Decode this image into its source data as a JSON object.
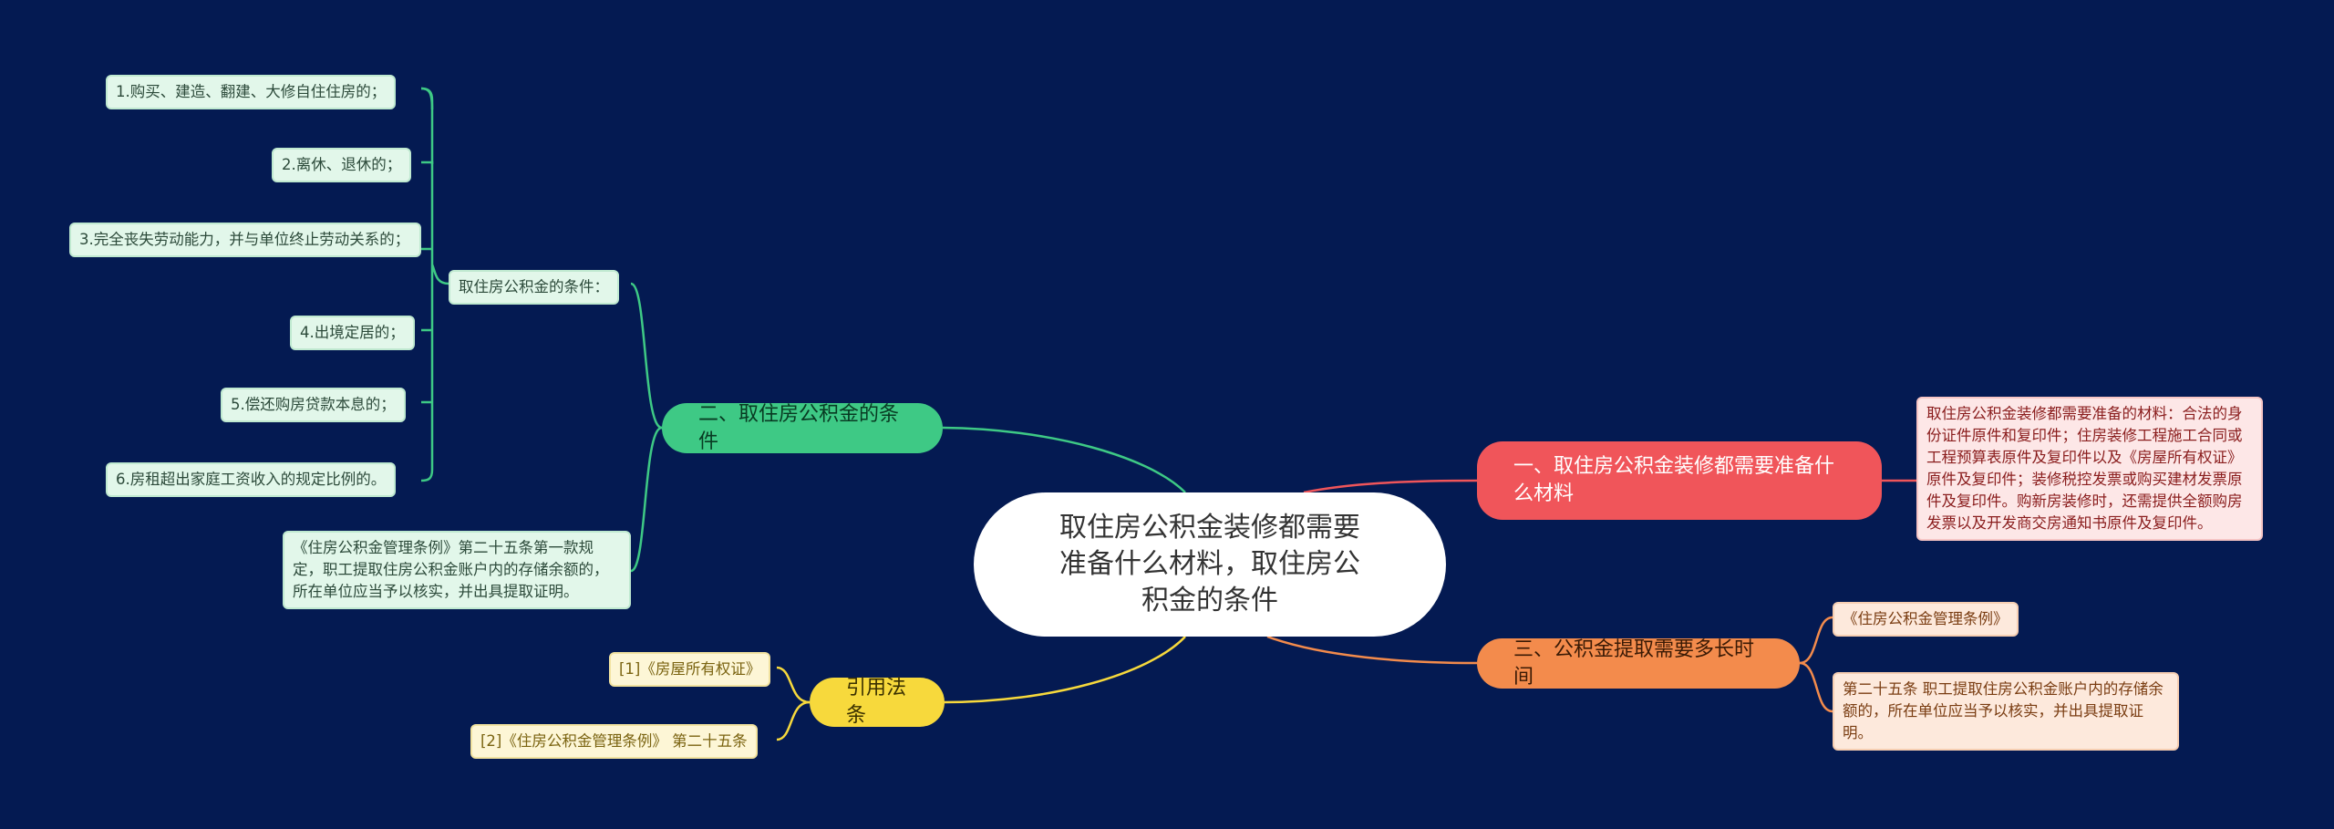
{
  "root": {
    "title": "取住房公积金装修都需要准备什么材料，取住房公积金的条件"
  },
  "branch_conditions": {
    "label": "二、取住房公积金的条件",
    "subtopic": "取住房公积金的条件：",
    "items": [
      "1.购买、建造、翻建、大修自住住房的；",
      "2.离休、退休的；",
      "3.完全丧失劳动能力，并与单位终止劳动关系的；",
      "4.出境定居的；",
      "5.偿还购房贷款本息的；",
      "6.房租超出家庭工资收入的规定比例的。"
    ],
    "regulation": "《住房公积金管理条例》第二十五条第一款规定，职工提取住房公积金账户内的存储余额的，所在单位应当予以核实，并出具提取证明。"
  },
  "branch_materials": {
    "label": "一、取住房公积金装修都需要准备什么材料",
    "detail": "取住房公积金装修都需要准备的材料：合法的身份证件原件和复印件；住房装修工程施工合同或工程预算表原件及复印件以及《房屋所有权证》原件及复印件；装修税控发票或购买建材发票原件及复印件。购新房装修时，还需提供全额购房发票以及开发商交房通知书原件及复印件。"
  },
  "branch_time": {
    "label": "三、公积金提取需要多长时间",
    "source": "《住房公积金管理条例》",
    "detail": "第二十五条  职工提取住房公积金账户内的存储余额的，所在单位应当予以核实，并出具提取证明。"
  },
  "branch_refs": {
    "label": "引用法条",
    "items": [
      "[1]《房屋所有权证》",
      "[2]《住房公积金管理条例》 第二十五条"
    ]
  },
  "colors": {
    "background": "#041a52",
    "green": "#3ec985",
    "red": "#f0555a",
    "orange": "#f38b4c",
    "yellow": "#f7d93c"
  }
}
